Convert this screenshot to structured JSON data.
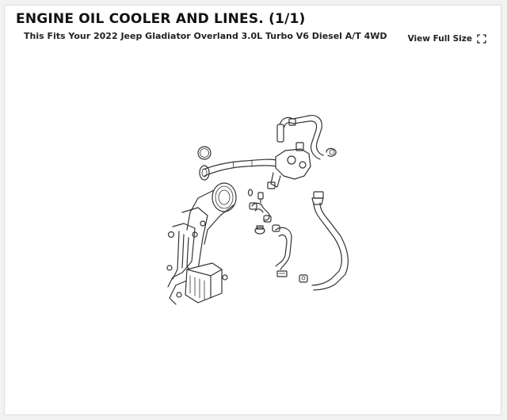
{
  "header": {
    "title": "ENGINE OIL COOLER AND LINES. (1/1)",
    "subtitle": "This Fits Your 2022 Jeep Gladiator Overland 3.0L Turbo V6 Diesel A/T 4WD"
  },
  "actions": {
    "view_full_size_label": "View Full Size",
    "view_full_size_icon": "expand-icon"
  }
}
